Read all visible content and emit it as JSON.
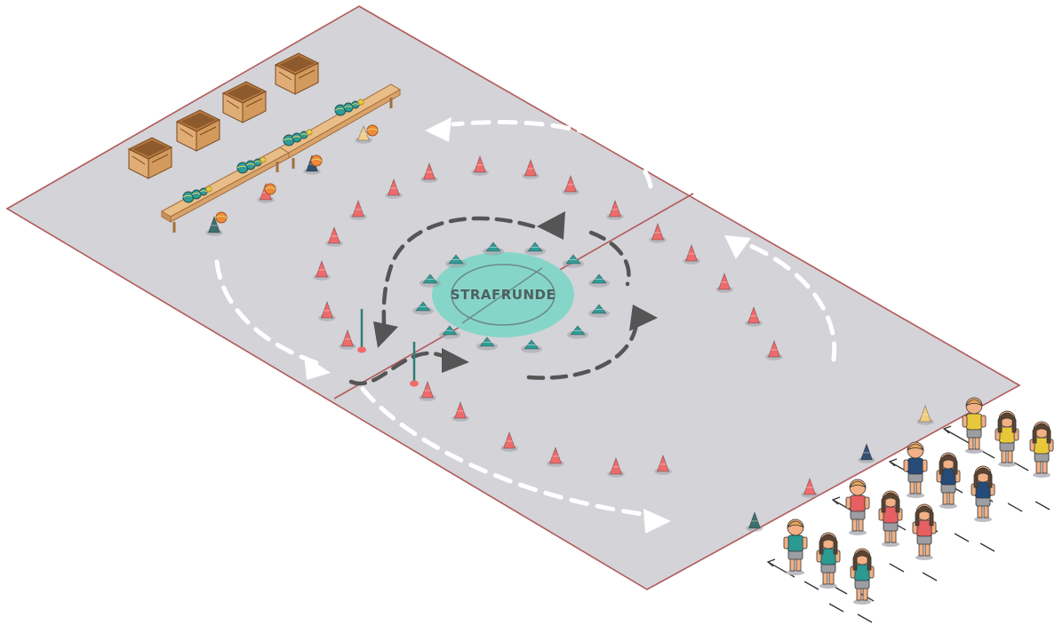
{
  "diagram": {
    "center_label": "STRAFRUNDE"
  },
  "colors": {
    "field": "#d4d4d9",
    "field_border": "#b15a5a",
    "cone_red": "#ef6b6b",
    "cone_teal": "#2f9c97",
    "center_zone": "#86d5c9",
    "arrow_dark": "#555555",
    "arrow_white": "#ffffff",
    "box_wood": "#d9a36c",
    "bench_wood": "#e0b27b",
    "team_yellow": "#e8c83a",
    "team_navy": "#264b79",
    "team_red": "#e65f61",
    "team_teal": "#2a9a93"
  },
  "icons": [
    "cone-icon",
    "ball-icon",
    "box-icon",
    "bench-icon",
    "pole-icon",
    "player-icon",
    "arrow-icon"
  ],
  "teams": [
    {
      "name": "yellow",
      "players": 3
    },
    {
      "name": "navy",
      "players": 3
    },
    {
      "name": "red",
      "players": 3
    },
    {
      "name": "teal",
      "players": 3
    }
  ]
}
